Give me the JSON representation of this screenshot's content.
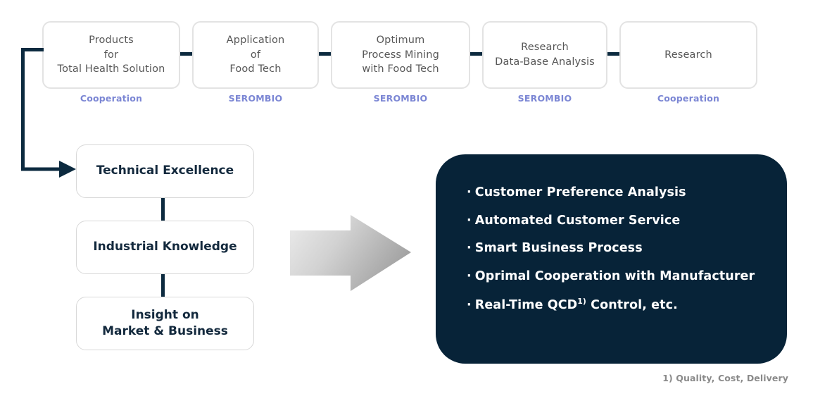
{
  "process_row": {
    "boxes": [
      {
        "title": "Products\nfor\nTotal Health Solution",
        "caption": "Cooperation"
      },
      {
        "title": "Application\nof\nFood Tech",
        "caption": "SEROMBIO"
      },
      {
        "title": "Optimum\nProcess Mining\nwith Food Tech",
        "caption": "SEROMBIO"
      },
      {
        "title": "Research\nData-Base Analysis",
        "caption": "SEROMBIO"
      },
      {
        "title": "Research",
        "caption": "Cooperation"
      }
    ]
  },
  "capability_stack": {
    "boxes": [
      {
        "label": "Technical Excellence"
      },
      {
        "label": "Industrial Knowledge"
      },
      {
        "label": "Insight on\nMarket & Business"
      }
    ]
  },
  "outcomes": {
    "items": [
      {
        "bullet": "·",
        "text": "Customer Preference Analysis",
        "sup": ""
      },
      {
        "bullet": "·",
        "text": "Automated Customer Service",
        "sup": ""
      },
      {
        "bullet": "·",
        "text": "Smart Business Process",
        "sup": ""
      },
      {
        "bullet": "·",
        "text": "Oprimal Cooperation with Manufacturer",
        "sup": ""
      },
      {
        "bullet": "·",
        "text": "Real-Time QCD",
        "sup": "1)",
        "text_after": " Control, etc."
      }
    ]
  },
  "footnote": {
    "text": "1) Quality, Cost, Delivery"
  },
  "colors": {
    "panel_background": "#072338",
    "connector": "#0c2a3f",
    "caption": "#7b86d4",
    "box_text": "#575757",
    "stack_text": "#13293d",
    "footnote": "#8a8a8a",
    "arrow_light": "#e8e8e8",
    "arrow_dark": "#a8a8a8"
  }
}
